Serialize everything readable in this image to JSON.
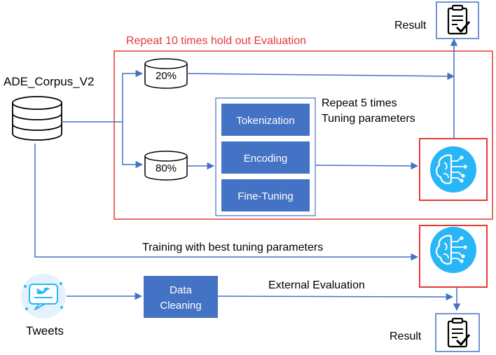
{
  "dataset": {
    "label": "ADE_Corpus_V2"
  },
  "holdout": {
    "label": "Repeat 10 times hold out Evaluation",
    "color": "#e53935"
  },
  "splits": {
    "test": "20%",
    "train": "80%"
  },
  "tuning": {
    "line1": "Repeat 5 times",
    "line2": "Tuning parameters"
  },
  "stages": [
    "Tokenization",
    "Encoding",
    "Fine-Tuning"
  ],
  "training": {
    "label": "Training with best tuning parameters"
  },
  "tweets": {
    "label": "Tweets"
  },
  "cleaning": {
    "line1": "Data",
    "line2": "Cleaning"
  },
  "external": {
    "label": "External Evaluation"
  },
  "results": {
    "top": "Result",
    "bottom": "Result"
  },
  "colors": {
    "arrow": "#4472c4",
    "stage_fill": "#4472c4",
    "brain": "#29b6f6",
    "highlight": "#e53935"
  }
}
